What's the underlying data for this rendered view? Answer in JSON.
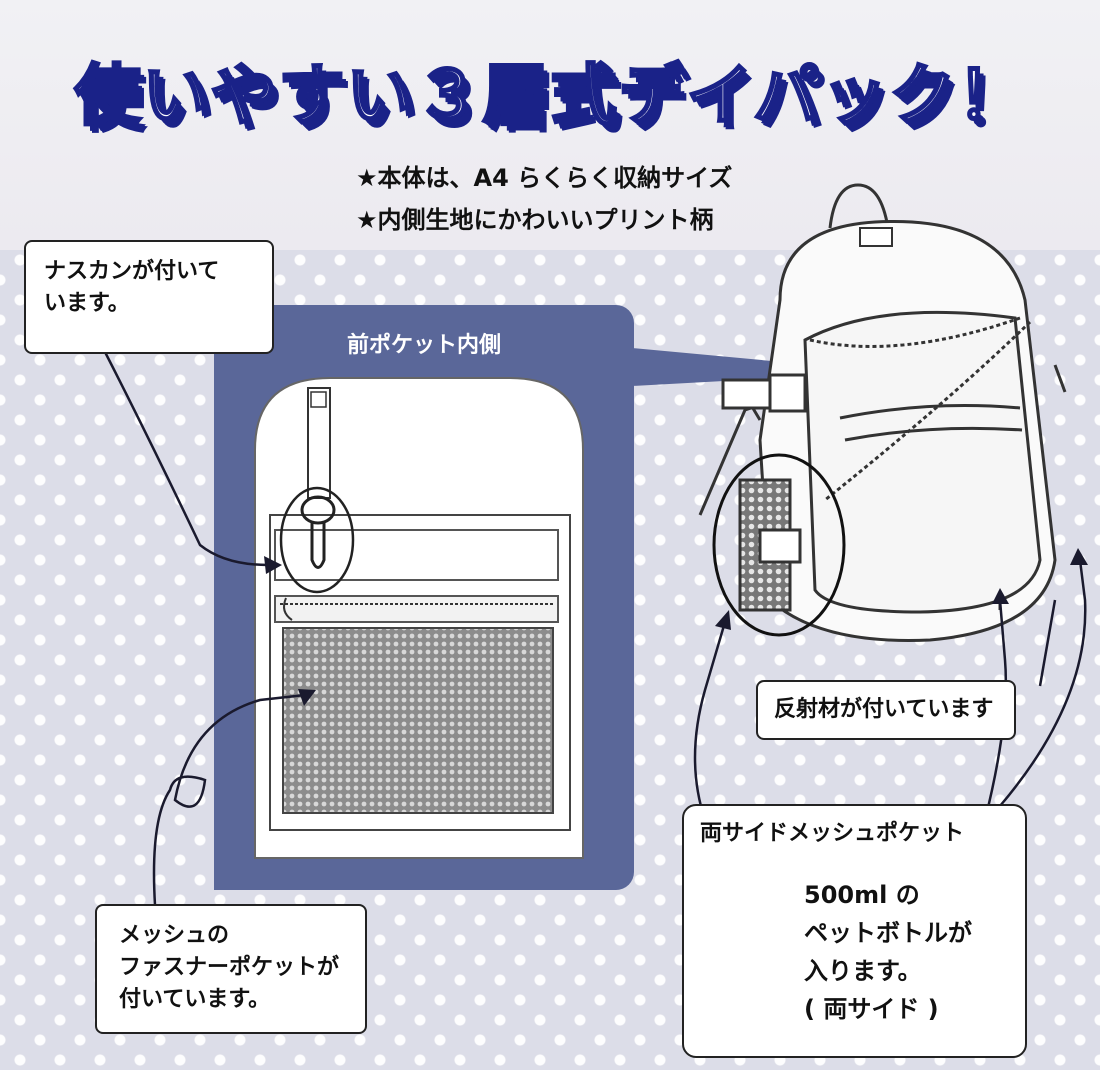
{
  "title": "使いやすい３層式デイパック！",
  "features": [
    "★本体は、A4 らくらく収納サイズ",
    "★内側生地にかわいいプリント柄"
  ],
  "pocket_panel_label": "前ポケット内側",
  "callouts": {
    "nasukan": [
      "ナスカンが付いて",
      "います。"
    ],
    "mesh_fastener": [
      "メッシュの",
      "ファスナーポケットが",
      "付いています。"
    ],
    "reflector": "反射材が付いています",
    "side_mesh": {
      "heading": "両サイドメッシュポケット",
      "lines": [
        "500ml の",
        "ペットボトルが",
        "入ります。",
        "( 両サイド )"
      ]
    }
  },
  "colors": {
    "title_fill": "#ffffff",
    "title_outline": "#1a2288",
    "panel": "#5a6799"
  },
  "icons": [
    "carabiner-clip-icon",
    "backpack-illustration",
    "pet-bottle-icon",
    "zoom-circle-icon"
  ]
}
